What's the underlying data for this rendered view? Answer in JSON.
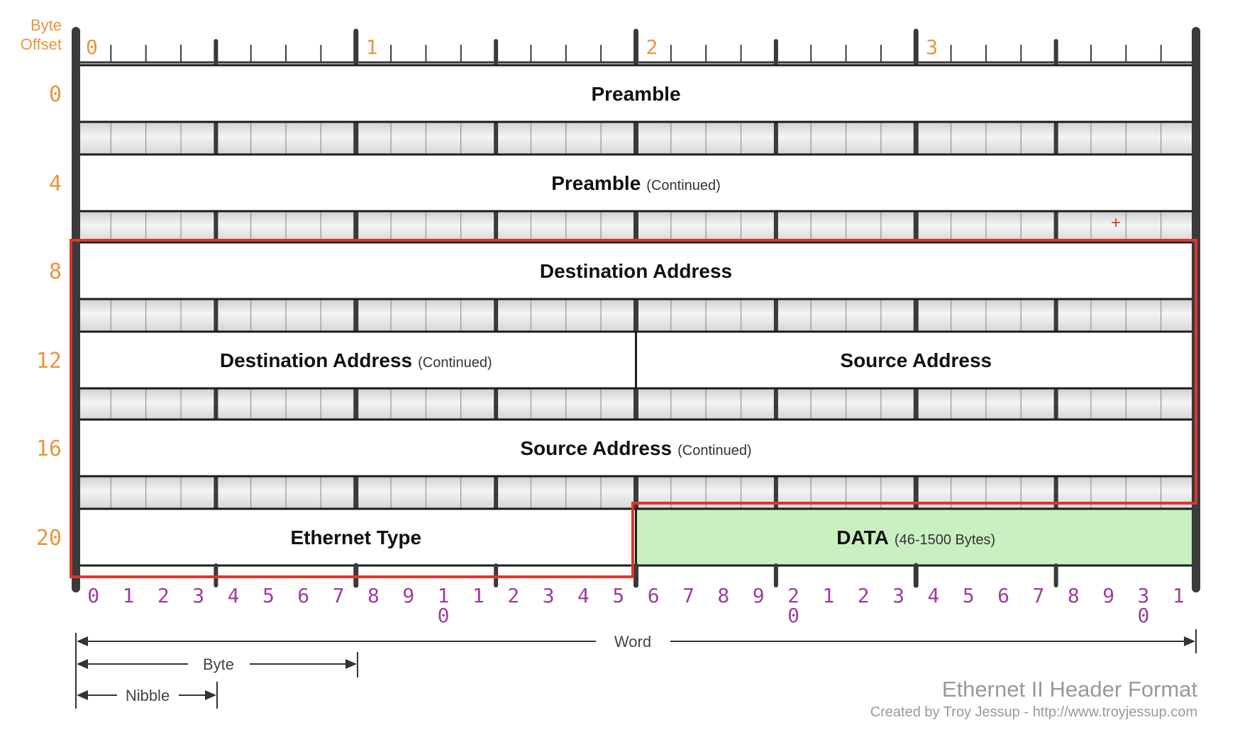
{
  "header": {
    "byte_offset_line1": "Byte",
    "byte_offset_line2": "Offset"
  },
  "top_byte_labels": [
    "0",
    "1",
    "2",
    "3"
  ],
  "row_offsets": [
    "0",
    "4",
    "8",
    "12",
    "16",
    "20"
  ],
  "fields": [
    {
      "name": "Preamble",
      "note": ""
    },
    {
      "name": "Preamble",
      "note": "(Continued)"
    },
    {
      "name": "Destination Address",
      "note": ""
    },
    {
      "name": "Destination Address",
      "note": "(Continued)"
    },
    {
      "name": "Source Address",
      "note": ""
    },
    {
      "name": "Source Address",
      "note": "(Continued)"
    },
    {
      "name": "Ethernet Type",
      "note": ""
    },
    {
      "name": "DATA",
      "note": "(46-1500 Bytes)"
    }
  ],
  "bottom_bit_labels": [
    [
      "0"
    ],
    [
      "1"
    ],
    [
      "2"
    ],
    [
      "3"
    ],
    [
      "4"
    ],
    [
      "5"
    ],
    [
      "6"
    ],
    [
      "7"
    ],
    [
      "8"
    ],
    [
      "9"
    ],
    [
      "1",
      "0"
    ],
    [
      "1"
    ],
    [
      "2"
    ],
    [
      "3"
    ],
    [
      "4"
    ],
    [
      "5"
    ],
    [
      "6"
    ],
    [
      "7"
    ],
    [
      "8"
    ],
    [
      "9"
    ],
    [
      "2",
      "0"
    ],
    [
      "1"
    ],
    [
      "2"
    ],
    [
      "3"
    ],
    [
      "4"
    ],
    [
      "5"
    ],
    [
      "6"
    ],
    [
      "7"
    ],
    [
      "8"
    ],
    [
      "9"
    ],
    [
      "3",
      "0"
    ],
    [
      "1"
    ]
  ],
  "legend": {
    "word": "Word",
    "byte": "Byte",
    "nibble": "Nibble"
  },
  "credit": {
    "title": "Ethernet II Header Format",
    "author": "Created by Troy Jessup - http://www.troyjessup.com"
  },
  "colors": {
    "offset_orange": "#e8963c",
    "bit_purple": "#9b3f9c",
    "highlight_red": "#d8392b",
    "data_green": "#c8f0c0",
    "frame_dark": "#3a3a3a"
  }
}
